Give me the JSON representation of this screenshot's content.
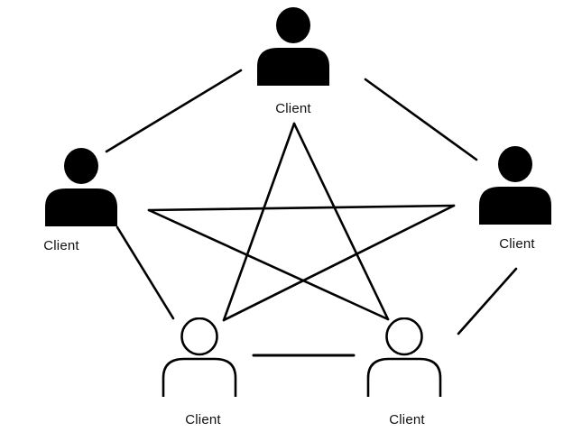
{
  "diagram": {
    "type": "peer-to-peer-network-mesh",
    "nodes": [
      {
        "id": "client-top",
        "label": "Client",
        "icon": "person-filled-icon",
        "style": "filled"
      },
      {
        "id": "client-left",
        "label": "Client",
        "icon": "person-filled-icon",
        "style": "filled"
      },
      {
        "id": "client-right",
        "label": "Client",
        "icon": "person-filled-icon",
        "style": "filled"
      },
      {
        "id": "client-bottom-left",
        "label": "Client",
        "icon": "person-outline-icon",
        "style": "outline"
      },
      {
        "id": "client-bottom-right",
        "label": "Client",
        "icon": "person-outline-icon",
        "style": "outline"
      }
    ],
    "connections": [
      {
        "from": "client-top",
        "to": "client-left"
      },
      {
        "from": "client-top",
        "to": "client-right"
      },
      {
        "from": "client-left",
        "to": "client-bottom-left"
      },
      {
        "from": "client-right",
        "to": "client-bottom-right"
      },
      {
        "from": "client-bottom-left",
        "to": "client-bottom-right"
      },
      {
        "from": "client-top",
        "to": "client-bottom-left"
      },
      {
        "from": "client-top",
        "to": "client-bottom-right"
      },
      {
        "from": "client-left",
        "to": "client-right"
      },
      {
        "from": "client-left",
        "to": "client-bottom-right"
      },
      {
        "from": "client-right",
        "to": "client-bottom-left"
      }
    ],
    "colors": {
      "background": "#ffffff",
      "icon": "#000000",
      "line": "#000000",
      "label": "#111111"
    }
  }
}
